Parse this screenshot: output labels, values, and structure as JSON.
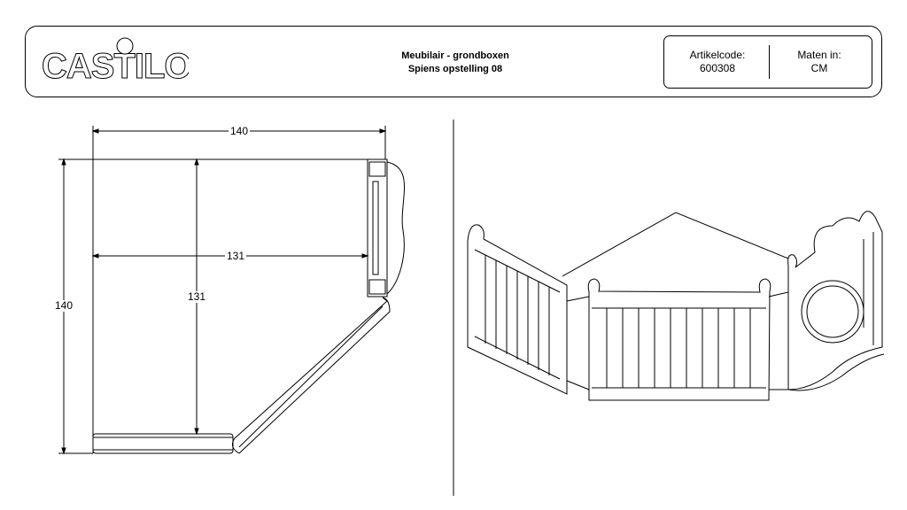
{
  "header": {
    "logo_text": "CASTILO",
    "title_line1": "Meubilair - grondboxen",
    "title_line2": "Spiens opstelling 08",
    "article_code_label": "Artikelcode:",
    "article_code_value": "600308",
    "units_label": "Maten in:",
    "units_value": "CM"
  },
  "plan_view": {
    "width_dim": "140",
    "depth_dim": "140",
    "inner_width_dim": "131",
    "inner_depth_dim": "131"
  }
}
